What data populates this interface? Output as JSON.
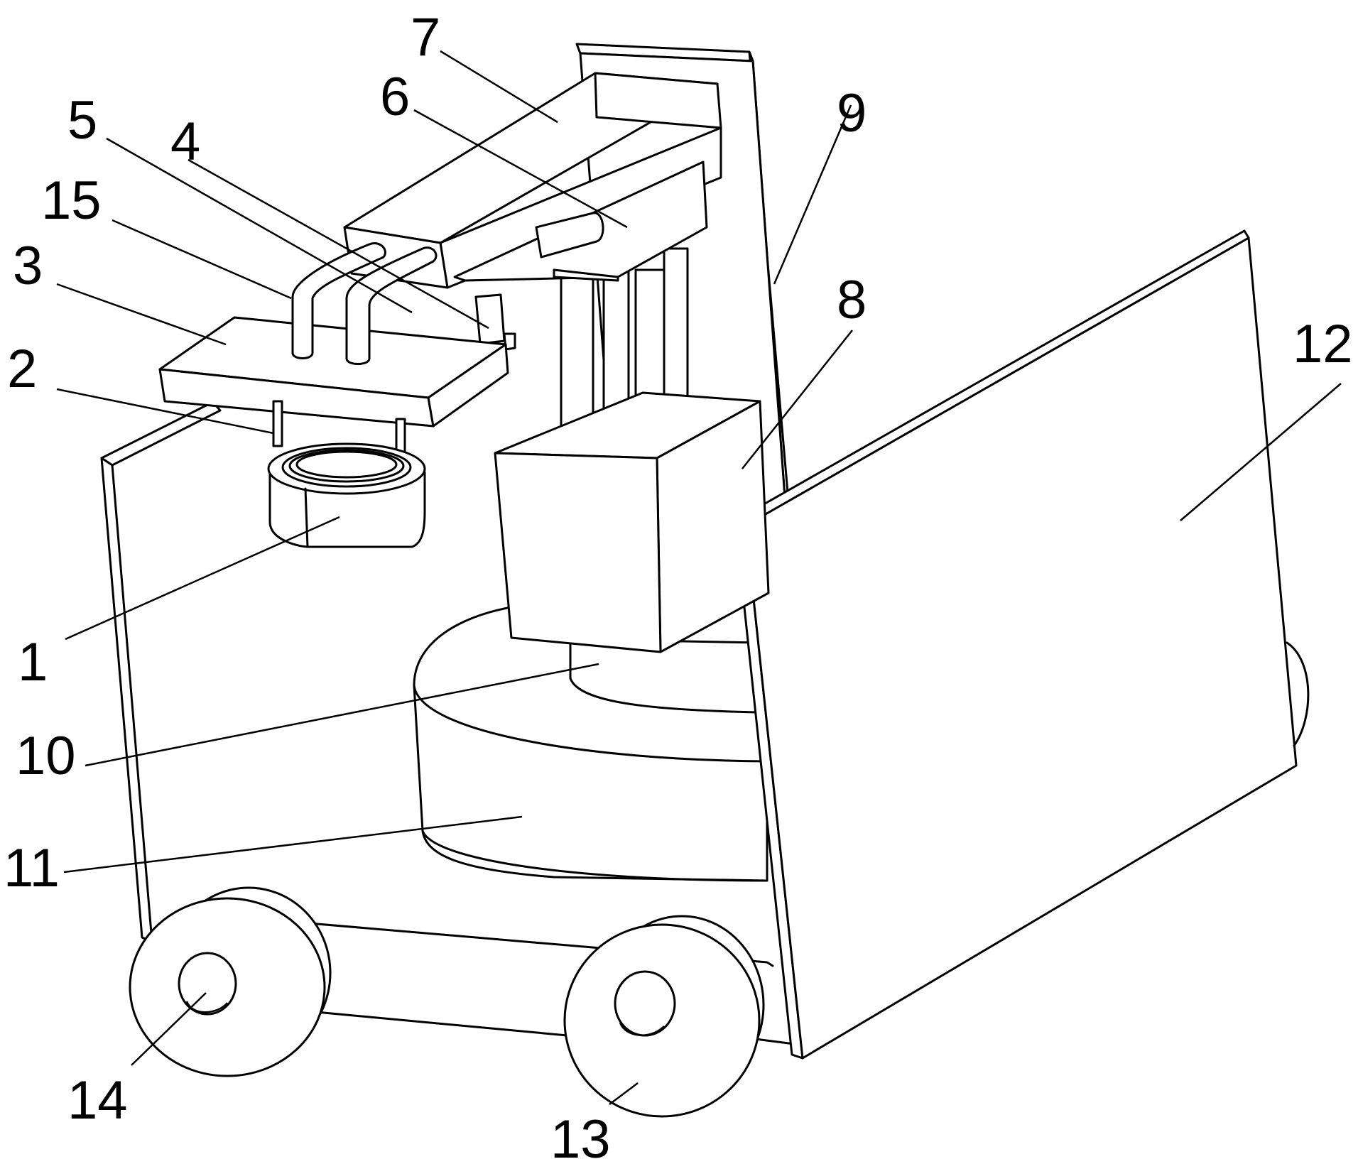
{
  "labels": [
    {
      "id": "1",
      "text": "1"
    },
    {
      "id": "2",
      "text": "2"
    },
    {
      "id": "3",
      "text": "3"
    },
    {
      "id": "4",
      "text": "4"
    },
    {
      "id": "5",
      "text": "5"
    },
    {
      "id": "6",
      "text": "6"
    },
    {
      "id": "7",
      "text": "7"
    },
    {
      "id": "8",
      "text": "8"
    },
    {
      "id": "9",
      "text": "9"
    },
    {
      "id": "10",
      "text": "10"
    },
    {
      "id": "11",
      "text": "11"
    },
    {
      "id": "12",
      "text": "12"
    },
    {
      "id": "13",
      "text": "13"
    },
    {
      "id": "14",
      "text": "14"
    },
    {
      "id": "15",
      "text": "15"
    }
  ],
  "colors": {
    "line": "#000000",
    "background": "#ffffff"
  }
}
